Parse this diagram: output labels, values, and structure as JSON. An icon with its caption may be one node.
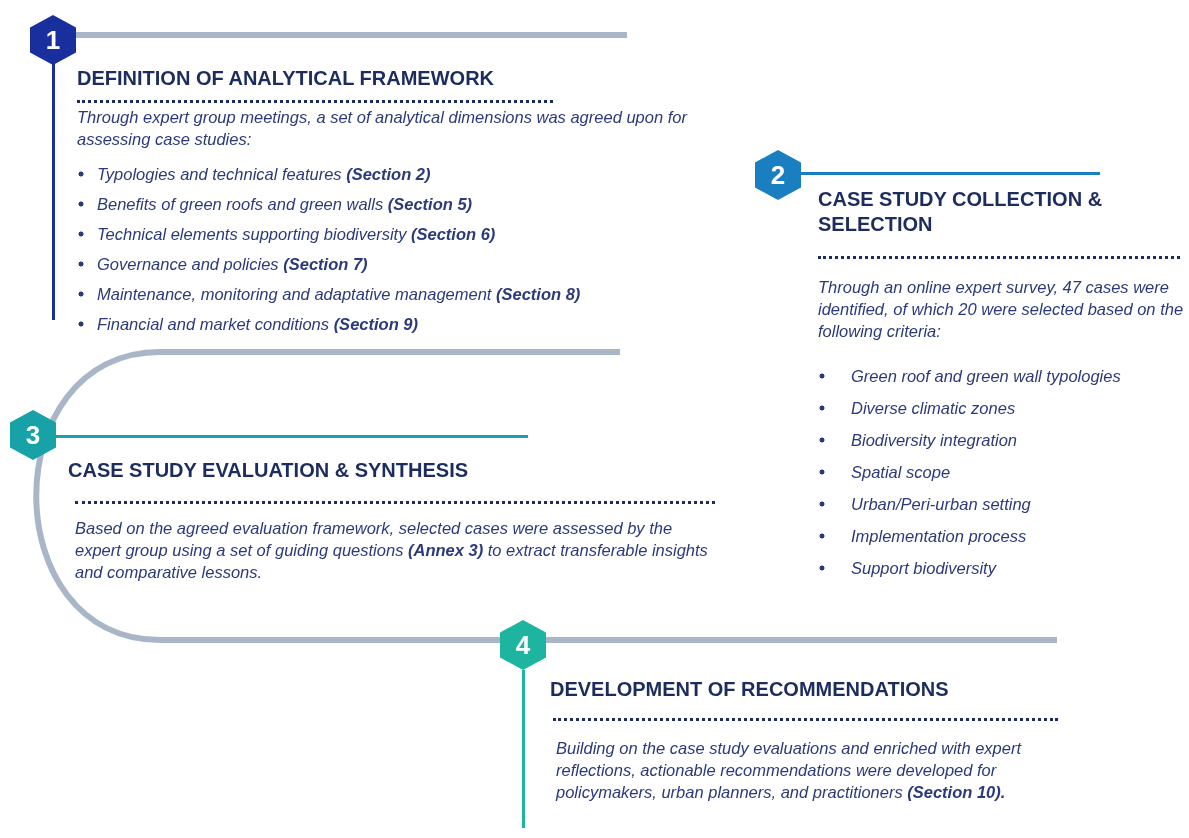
{
  "diagram": {
    "nodes": [
      {
        "text": [
          "1",
          "DEFINITION OF ANALYTICAL FRAMEWORK",
          "Through expert group meetings, a set of analytical dimensions was agreed upon for assessing case studies:",
          "Typologies and technical features **(Section 2)**",
          "Benefits of green roofs and green walls **(Section 5)**",
          "Technical elements supporting biodiversity **(Section 6)**",
          "Governance and policies **(Section 7)**",
          "Maintenance, monitoring and adaptative management **(Section 8)**",
          "Financial and market conditions **(Section 9)**"
        ]
      },
      {
        "text": [
          "2",
          "CASE STUDY COLLECTION & SELECTION",
          "Through an online expert survey, 47 cases were identified, of which 20 were selected based on the following criteria:",
          "Green roof and green wall typologies",
          "Diverse climatic zones",
          "Biodiversity integration",
          "Spatial scope",
          "Urban/Peri-urban setting",
          "Implementation process",
          "Support biodiversity"
        ]
      },
      {
        "text": [
          "3",
          "CASE STUDY EVALUATION & SYNTHESIS",
          "Based on the agreed evaluation framework, selected cases were assessed by the expert group using a set of guiding questions **(Annex 3)** to extract transferable insights and comparative lessons."
        ]
      },
      {
        "text": [
          "4",
          "DEVELOPMENT OF RECOMMENDATIONS",
          "Building on the case study evaluations and enriched with expert reflections, actionable recommendations were developed for policymakers, urban planners, and practitioners **(Section 10).**"
        ]
      }
    ],
    "edges": []
  }
}
